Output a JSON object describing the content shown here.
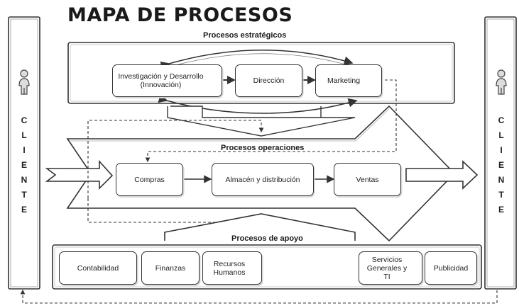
{
  "title": "MAPA DE PROCESOS",
  "sections": {
    "strategic": "Procesos estratégicos",
    "operations": "Procesos operaciones",
    "support": "Procesos de apoyo"
  },
  "client_label": "C L I E N T E",
  "strategic_boxes": [
    {
      "label": "Investigación y Desarrollo (Innovación)",
      "icon": "lightbulb-icon"
    },
    {
      "label": "Dirección",
      "icon": "steering-wheel-icon"
    },
    {
      "label": "Marketing",
      "icon": "megaphone-icon"
    }
  ],
  "operations_boxes": [
    {
      "label": "Compras",
      "icon": "shopping-cart-icon"
    },
    {
      "label": "Almacén y distribución",
      "icon": "delivery-truck-icon"
    },
    {
      "label": "Ventas",
      "icon": "price-tag-icon"
    }
  ],
  "support_boxes": [
    {
      "label": "Contabilidad",
      "icon": "calculator-icon"
    },
    {
      "label": "Finanzas",
      "icon": "money-hand-icon"
    },
    {
      "label": "Recursos Humanos",
      "icon": "person-icon"
    },
    {
      "label": "Servicios Generales y TI",
      "icon": "gear-icon"
    },
    {
      "label": "Publicidad",
      "icon": "megaphone-icon"
    }
  ]
}
